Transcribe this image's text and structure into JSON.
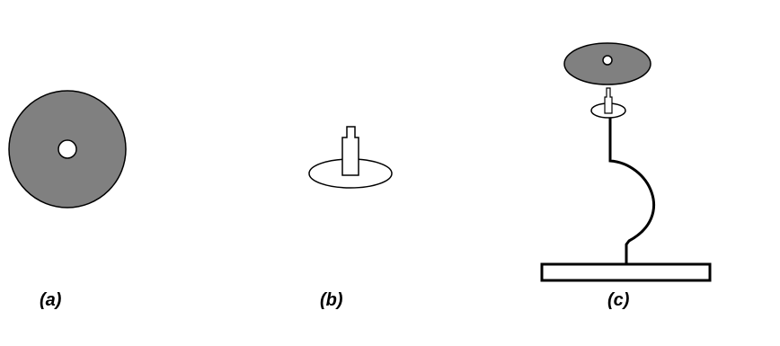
{
  "panels": [
    {
      "id": "a",
      "label": "(a)"
    },
    {
      "id": "b",
      "label": "(b)"
    },
    {
      "id": "c",
      "label": "(c)"
    }
  ],
  "colors": {
    "disc_fill": "#808080",
    "stroke": "#000000",
    "background": "#ffffff"
  }
}
